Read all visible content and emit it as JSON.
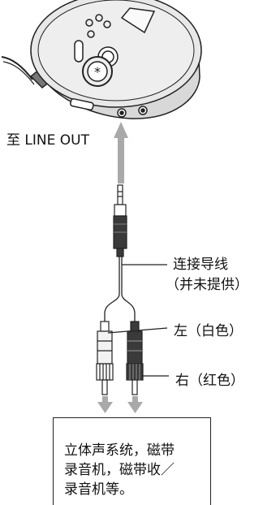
{
  "labels": {
    "line_out": "至 LINE OUT",
    "cable_line1": "连接导线",
    "cable_line2": "（并未提供）",
    "left_channel": "左（白色）",
    "right_channel": "右（红色）"
  },
  "destination": {
    "lines": [
      "立体声系统，磁带",
      "录音机，磁带收／",
      "录音机等。"
    ]
  },
  "colors": {
    "arrow": "#a9a9a9",
    "outline": "#222222",
    "device_body": "#e4e4e4",
    "plug_dark": "#3a3a3a",
    "plug_light": "#f2f2f2"
  },
  "icons": [
    "cd-player-icon",
    "stereo-plug-icon",
    "rca-plug-icon",
    "down-arrow-icon"
  ]
}
